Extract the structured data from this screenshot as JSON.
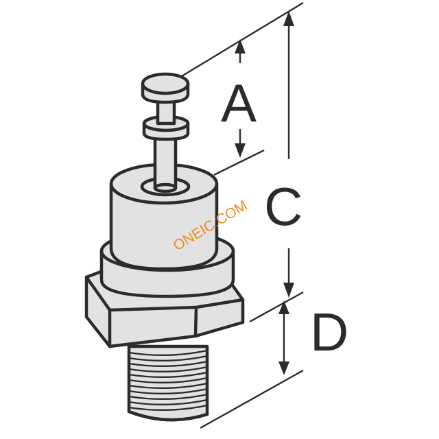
{
  "labels": {
    "a": "A",
    "c": "C",
    "d": "D"
  },
  "watermark": "ONEIC.COM",
  "colors": {
    "line": "#2b2b2b",
    "body_fill": "#e2e2e2",
    "watermark": "#f08a1e"
  }
}
